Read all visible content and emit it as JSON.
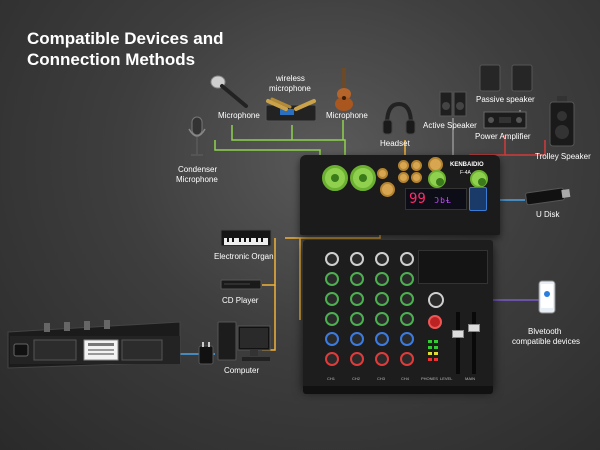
{
  "title_line1": "Compatible Devices and",
  "title_line2": "Connection Methods",
  "labels": {
    "microphone_left": "Microphone",
    "wireless_mic_1": "wireless",
    "wireless_mic_2": "microphone",
    "microphone_right": "Microphone",
    "condenser_1": "Condenser",
    "condenser_2": "Microphone",
    "headset": "Headset",
    "passive_speaker": "Passive speaker",
    "active_speaker": "Active Speaker",
    "power_amplifier": "Power Amplifier",
    "trolley_speaker": "Trolley Speaker",
    "u_disk": "U Disk",
    "electronic_organ": "Electronic Organ",
    "cd_player": "CD Player",
    "computer": "Computer",
    "bluetooth_1": "Blvetooth",
    "bluetooth_2": "compatible devices"
  },
  "mixer": {
    "brand": "KENBAIDIO",
    "model": "F-4A",
    "display_number": "99",
    "display_text": "ƆbȽ",
    "strip_labels": [
      "CH1",
      "CH2",
      "CH3",
      "CH4",
      "PHONES",
      "LEVEL",
      "MAIN"
    ]
  },
  "colors": {
    "green_wire": "#8fd14f",
    "orange_wire": "#f0b23a",
    "blue_wire": "#4aa3e8",
    "purple_wire": "#7a5ac8",
    "red_wire": "#d23a3a"
  }
}
